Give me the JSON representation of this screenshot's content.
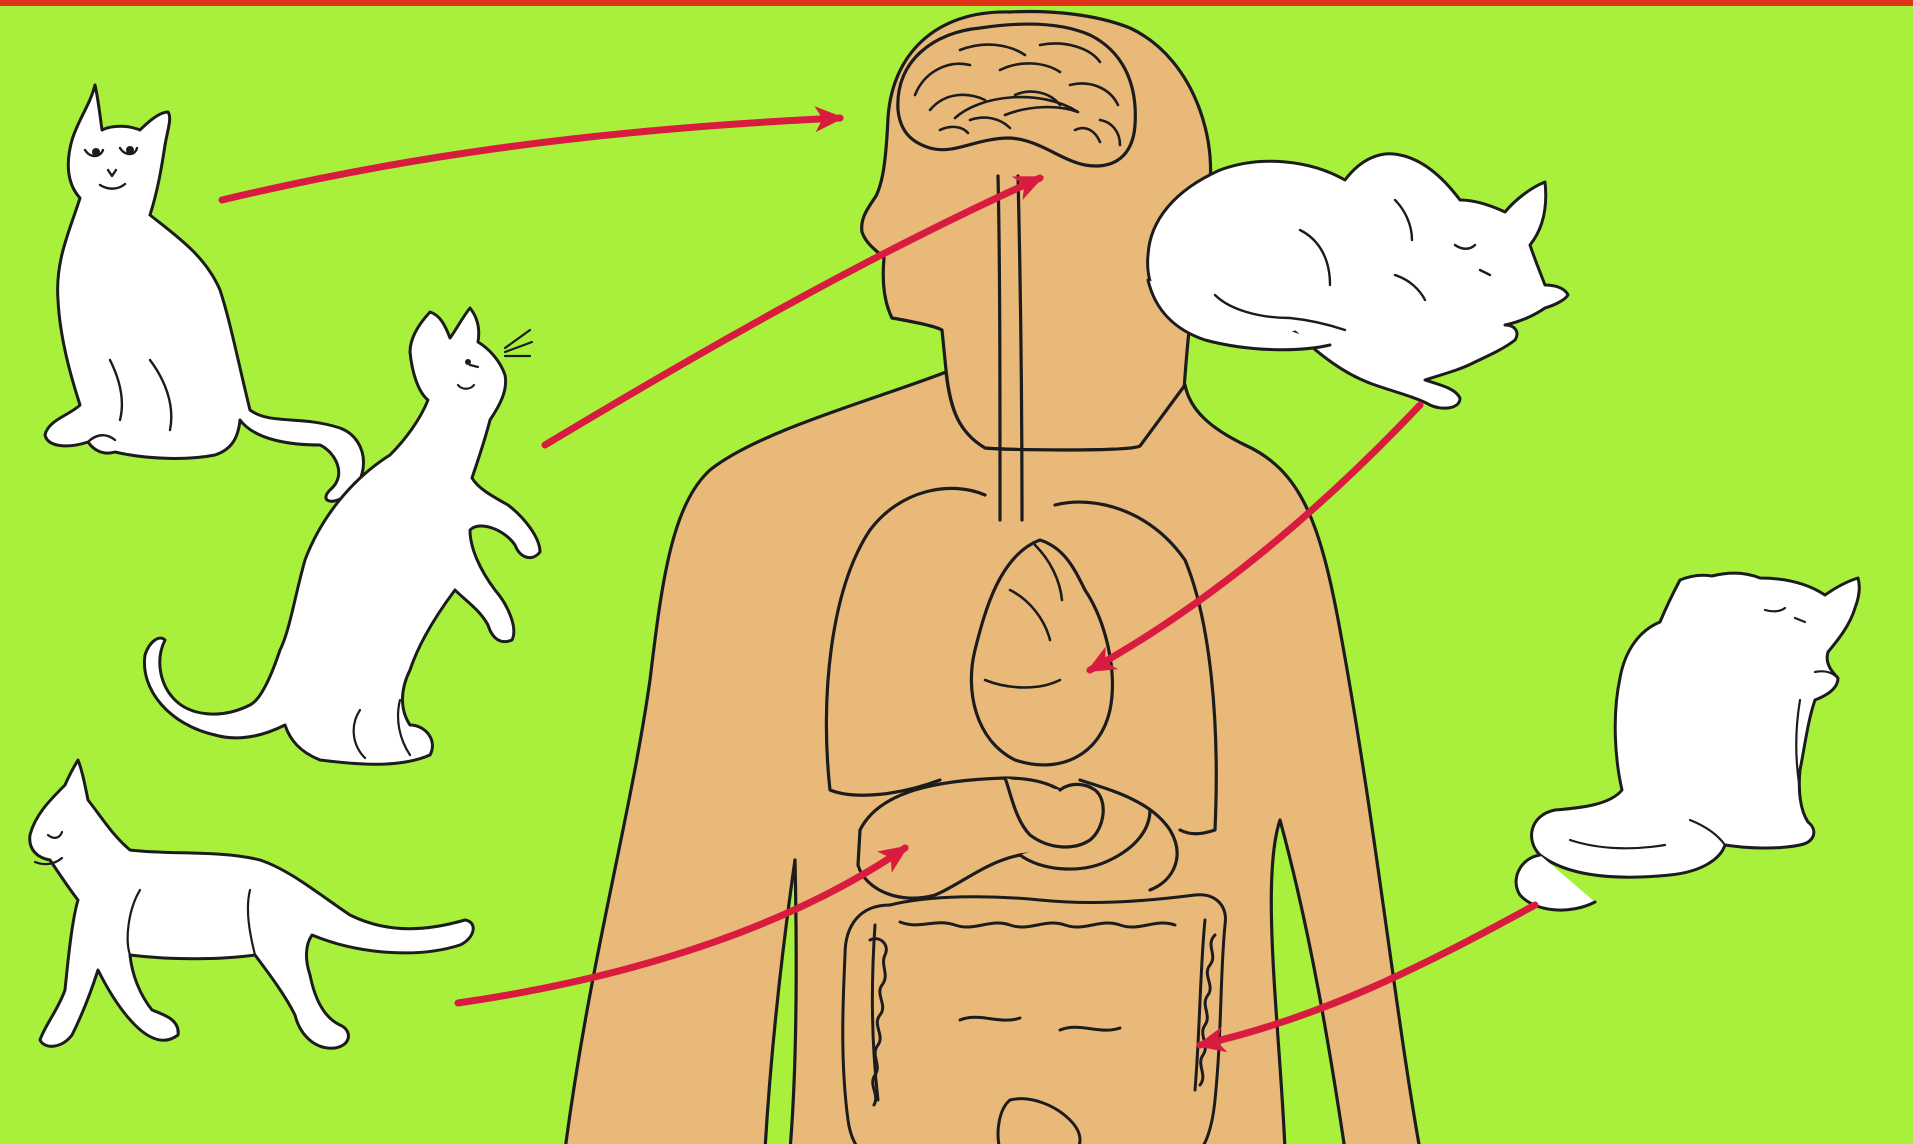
{
  "colors": {
    "background": "#a8f03c",
    "top_band": "#e0341a",
    "skin": "#e9b97a",
    "outline": "#1c1c1c",
    "cat_fill": "#ffffff",
    "arrow": "#d81b3f"
  },
  "figure": {
    "subject": "human-torso",
    "organs": [
      "brain",
      "lungs",
      "heart",
      "liver",
      "stomach",
      "intestines"
    ]
  },
  "cats": [
    {
      "pose": "sitting",
      "target": "brain"
    },
    {
      "pose": "rearing",
      "target": "brain"
    },
    {
      "pose": "walking",
      "target": "liver"
    },
    {
      "pose": "lying-grooming",
      "target": "heart"
    },
    {
      "pose": "sitting-grooming",
      "target": "intestines"
    }
  ]
}
